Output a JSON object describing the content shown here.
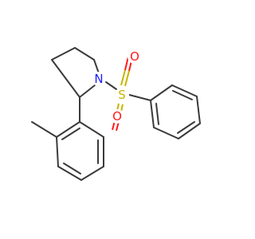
{
  "molecule": {
    "colors": {
      "carbon_bond": "#3a3a3a",
      "nitrogen": "#2020ff",
      "sulfur": "#c8b400",
      "oxygen": "#ff1a1a",
      "background": "#ffffff"
    },
    "atoms": {
      "nitrogen": "N",
      "sulfur": "S",
      "oxygen_top": "O",
      "oxygen_bottom": "O"
    }
  }
}
